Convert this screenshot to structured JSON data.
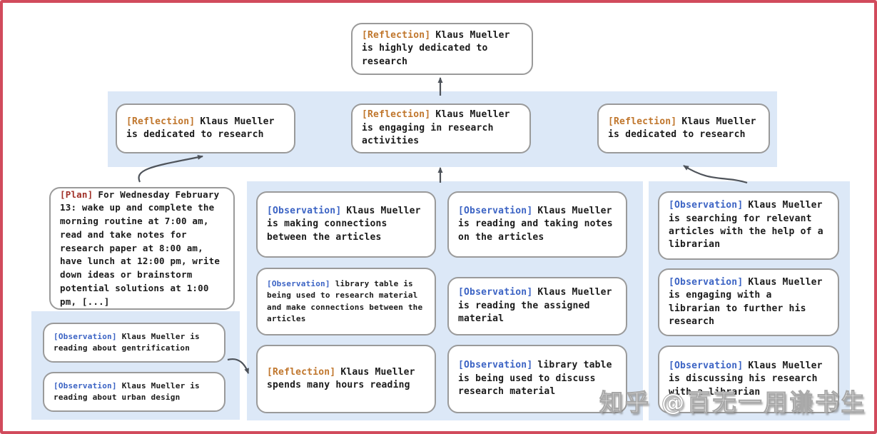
{
  "nodes": {
    "root": {
      "tag": "[Reflection]",
      "text": "Klaus Mueller is highly dedicated to research"
    },
    "l2_left": {
      "tag": "[Reflection]",
      "text": "Klaus Mueller is dedicated to research"
    },
    "l2_mid": {
      "tag": "[Reflection]",
      "text": "Klaus Mueller is engaging in research activities"
    },
    "l2_right": {
      "tag": "[Reflection]",
      "text": "Klaus Mueller is dedicated to research"
    },
    "plan": {
      "tag": "[Plan]",
      "text": "For Wednesday February 13: wake up and complete the morning routine at 7:00 am, read and take notes for research paper at 8:00 am, have lunch at 12:00 pm, write down ideas or brainstorm potential solutions at 1:00 pm, [...]"
    },
    "obs_gentrification": {
      "tag": "[Observation]",
      "text": "Klaus Mueller is reading about gentrification"
    },
    "obs_urban_design": {
      "tag": "[Observation]",
      "text": "Klaus Mueller is reading about urban design"
    },
    "a1": {
      "tag": "[Observation]",
      "text": "Klaus Mueller is making connections between the articles"
    },
    "a2": {
      "tag": "[Observation]",
      "text": "library table is being used to research material and make connections between the articles"
    },
    "a3": {
      "tag": "[Reflection]",
      "text": "Klaus Mueller spends many hours reading"
    },
    "b1": {
      "tag": "[Observation]",
      "text": "Klaus Mueller is reading and taking notes on the articles"
    },
    "b2": {
      "tag": "[Observation]",
      "text": "Klaus Mueller is reading the assigned material"
    },
    "b3": {
      "tag": "[Observation]",
      "text": "library table is being used to discuss research material"
    },
    "c1": {
      "tag": "[Observation]",
      "text": "Klaus Mueller is searching for relevant articles with the help of a librarian"
    },
    "c2": {
      "tag": "[Observation]",
      "text": "Klaus Mueller is engaging with a librarian to further his research"
    },
    "c3": {
      "tag": "[Observation]",
      "text": "Klaus Mueller is discussing his research with a librarian"
    }
  },
  "watermark": {
    "text": "知乎 @百无一用谦书生"
  },
  "colors": {
    "frame_border": "#d14b5c",
    "panel_blue": "#dce8f7",
    "box_border": "#9a9a9a",
    "reflection_tag": "#c0762c",
    "plan_tag": "#a03028",
    "observation_tag": "#3b63c4",
    "arrow": "#4e535a",
    "text": "#1a1a1a"
  }
}
